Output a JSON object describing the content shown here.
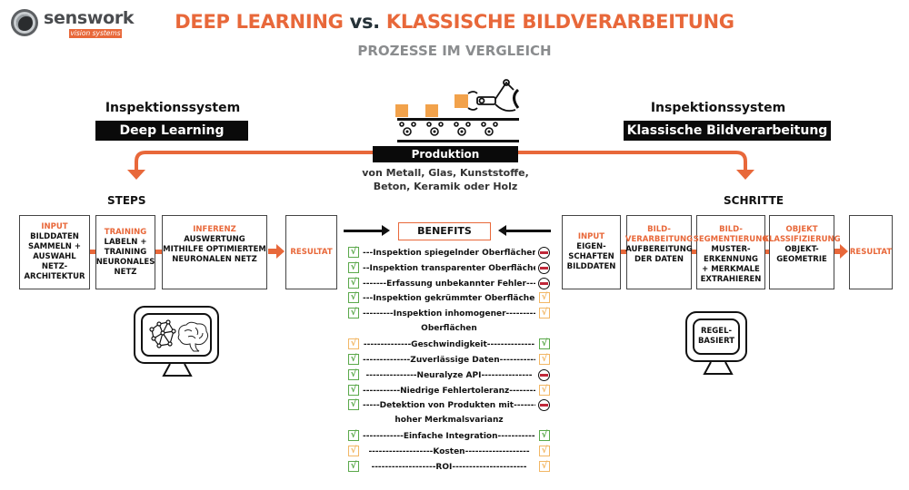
{
  "logo": {
    "brand": "senswork",
    "tagline": "vision systems"
  },
  "header": {
    "title_left": "DEEP LEARNING",
    "title_vs": "vs.",
    "title_right": "KLASSISCHE BILDVERARBEITUNG",
    "subtitle": "PROZESSE IM VERGLEICH"
  },
  "colors": {
    "accent": "#e8683a",
    "dark": "#0a0a0a",
    "check_green": "#5aa84a",
    "check_yellow": "#f2b766",
    "minus_red": "#c0283a"
  },
  "left_system": {
    "label": "Inspektionssystem",
    "name": "Deep Learning",
    "steps_label": "STEPS"
  },
  "right_system": {
    "label": "Inspektionssystem",
    "name": "Klassische Bildverarbeitung",
    "steps_label": "SCHRITTE"
  },
  "production": {
    "title": "Produktion",
    "line1": "von Metall, Glas, Kunststoffe,",
    "line2": "Beton, Keramik oder Holz"
  },
  "dl_steps": [
    {
      "heading": "INPUT",
      "body": [
        "BILDDATEN",
        "SAMMELN +",
        "AUSWAHL NETZ-",
        "ARCHITEKTUR"
      ]
    },
    {
      "heading": "TRAINING",
      "body": [
        "LABELN +",
        "TRAINING",
        "NEURONALES",
        "NETZ"
      ]
    },
    {
      "heading": "INFERENZ",
      "body": [
        "AUSWERTUNG",
        "MITHILFE OPTIMIERTEM",
        "NEURONALEN NETZ"
      ]
    },
    {
      "heading": "RESULTAT",
      "body": []
    }
  ],
  "cv_steps": [
    {
      "heading": [
        "INPUT"
      ],
      "body": [
        "EIGEN-",
        "SCHAFTEN",
        "BILDDATEN"
      ]
    },
    {
      "heading": [
        "BILD-",
        "VERARBEITUNG"
      ],
      "body": [
        "AUFBEREITUNG",
        "DER DATEN"
      ]
    },
    {
      "heading": [
        "BILD-",
        "SEGMENTIERUNG"
      ],
      "body": [
        "MUSTER-",
        "ERKENNUNG",
        "+ MERKMALE",
        "EXTRAHIEREN"
      ]
    },
    {
      "heading": [
        "OBJEKT",
        "KLASSIFIZIERUNG"
      ],
      "body": [
        "OBJEKT-",
        "GEOMETRIE"
      ]
    },
    {
      "heading": [
        "RESULTAT"
      ],
      "body": []
    }
  ],
  "dl_monitor": {
    "icons": [
      "neural-network-icon",
      "brain-icon"
    ]
  },
  "cv_monitor": {
    "line1": "REGEL-",
    "line2": "BASIERT"
  },
  "benefits": {
    "title": "BENEFITS",
    "rows": [
      {
        "text": "---Inspektion spiegelnder Oberflächen---",
        "cont": "",
        "left": "green",
        "right": "minus"
      },
      {
        "text": "--Inspektion transparenter Oberflächen--",
        "cont": "",
        "left": "green",
        "right": "minus"
      },
      {
        "text": "-------Erfassung unbekannter Fehler------",
        "cont": "",
        "left": "green",
        "right": "minus"
      },
      {
        "text": "---Inspektion gekrümmter Oberflächen--",
        "cont": "",
        "left": "green",
        "right": "yellow"
      },
      {
        "text": "---------Inspektion inhomogener---------",
        "cont": "Oberflächen",
        "left": "green",
        "right": "yellow"
      },
      {
        "text": "--------------Geschwindigkeit--------------",
        "cont": "",
        "left": "yellow",
        "right": "green"
      },
      {
        "text": "--------------Zuverlässige Daten-----------",
        "cont": "",
        "left": "green",
        "right": "yellow"
      },
      {
        "text": "---------------Neuralyze API---------------",
        "cont": "",
        "left": "green",
        "right": "minus"
      },
      {
        "text": "-----------Niedrige Fehlertoleranz---------",
        "cont": "",
        "left": "green",
        "right": "yellow"
      },
      {
        "text": "-----Detektion von Produkten mit--------",
        "cont": "hoher Merkmalsvarianz",
        "left": "green",
        "right": "minus"
      },
      {
        "text": "------------Einfache Integration------------",
        "cont": "",
        "left": "green",
        "right": "green"
      },
      {
        "text": "-------------------Kosten-------------------",
        "cont": "",
        "left": "yellow",
        "right": "yellow"
      },
      {
        "text": "-------------------ROI----------------------",
        "cont": "",
        "left": "green",
        "right": "yellow"
      }
    ]
  }
}
